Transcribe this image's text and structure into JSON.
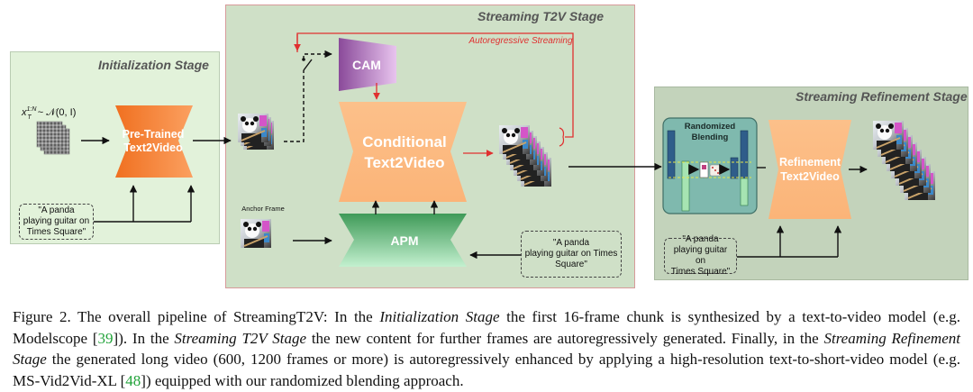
{
  "stages": {
    "initialization": "Initialization Stage",
    "streaming_t2v": "Streaming T2V Stage",
    "refinement": "Streaming Refinement Stage"
  },
  "math": {
    "noise_symbol": "x",
    "noise_sup": "1:N",
    "noise_sub": "T",
    "noise_rest": " ~ 𝒩(0, I)"
  },
  "blocks": {
    "pretrained_line1": "Pre-Trained",
    "pretrained_line2": "Text2Video",
    "cam": "CAM",
    "conditional_line1": "Conditional",
    "conditional_line2": "Text2Video",
    "apm": "APM",
    "refinement_line1": "Refinement",
    "refinement_line2": "Text2Video",
    "randomized_line1": "Randomized",
    "randomized_line2": "Blending"
  },
  "labels": {
    "autoregressive": "Autoregressive Streaming",
    "anchor_frame": "Anchor Frame"
  },
  "prompts": {
    "init": [
      "\"A panda",
      "playing guitar on",
      "Times Square\""
    ],
    "apm": [
      "\"A panda",
      "playing guitar on Times",
      "Square\""
    ],
    "refine": [
      "\"A panda",
      "playing guitar on",
      "Times Square\""
    ]
  },
  "colors": {
    "init_bg": "#e2f2da",
    "stream_bg": "#cfe0c7",
    "refine_bg": "#c3d3bb",
    "orange_dark": "#f07020",
    "orange_light": "#fbb77a",
    "purple_dark": "#8a4a9a",
    "purple_light": "#e6c0ec",
    "green_dark": "#3f9a58",
    "green_light": "#b9ecc5",
    "red": "#e03030",
    "blend_bg": "#7fb9ae"
  },
  "caption": {
    "p1": "Figure 2.  The overall pipeline of StreamingT2V: In the ",
    "i1": "Initialization Stage",
    "p2": " the first 16-frame chunk is synthesized by a text-to-video model (e.g. Modelscope [",
    "r1": "39",
    "p3": "]). In the ",
    "i2": "Streaming T2V Stage",
    "p4": " the new content for further frames are autoregressively generated. Finally, in the ",
    "i3": "Streaming Refinement Stage",
    "p5": " the generated long video (600, 1200 frames or more) is autoregressively enhanced by applying a high-resolution text-to-short-video model (e.g. MS-Vid2Vid-XL [",
    "r2": "48",
    "p6": "]) equipped with our randomized blending approach."
  }
}
